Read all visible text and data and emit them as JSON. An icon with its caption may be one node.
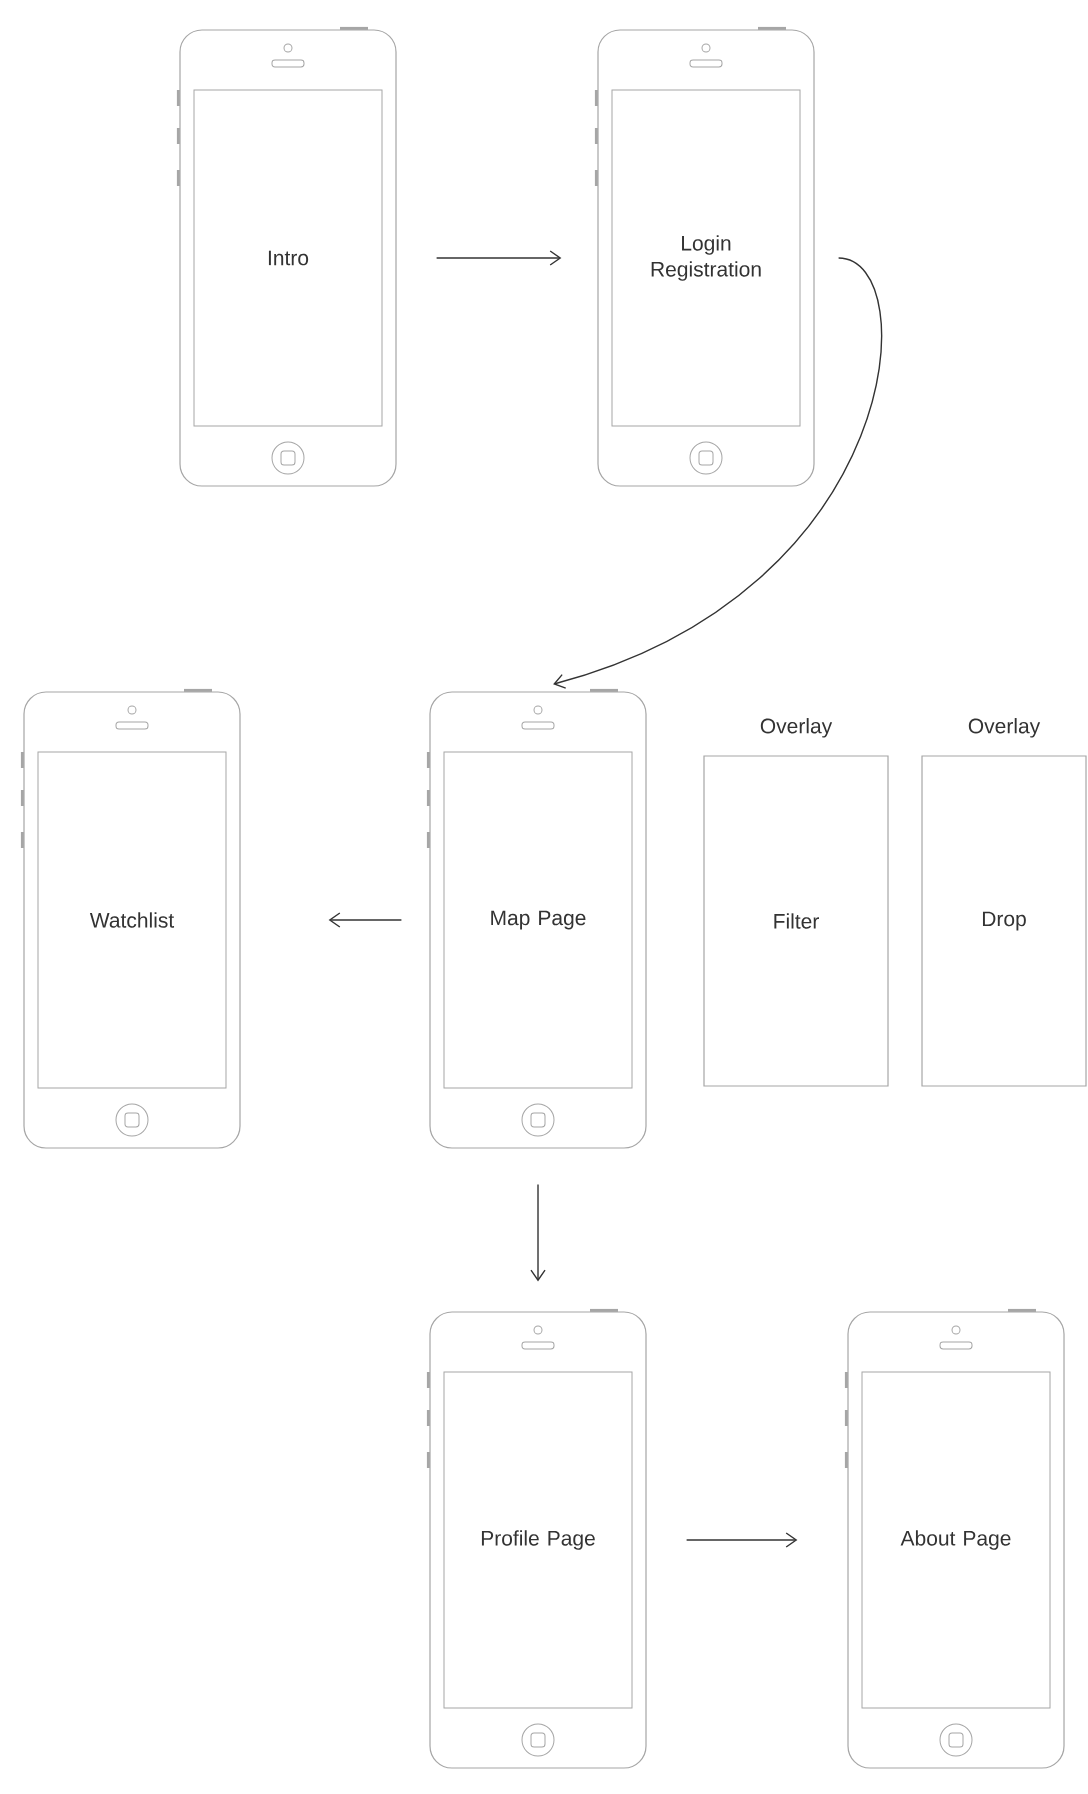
{
  "diagram": {
    "nodes": [
      {
        "text": [
          "Intro"
        ]
      },
      {
        "text": [
          "Login Registration"
        ]
      },
      {
        "text": [
          "Watchlist"
        ]
      },
      {
        "text": [
          "Map Page"
        ]
      },
      {
        "text": [
          "Overlay",
          "Filter"
        ]
      },
      {
        "text": [
          "Overlay",
          "Drop"
        ]
      },
      {
        "text": [
          "Profile Page"
        ]
      },
      {
        "text": [
          "About Page"
        ]
      }
    ],
    "edges": [
      {
        "from": 0,
        "to": 1,
        "arrow": "to"
      },
      {
        "from": 1,
        "to": 3,
        "arrow": "to"
      },
      {
        "from": 3,
        "to": 2,
        "arrow": "to"
      },
      {
        "from": 3,
        "to": 6,
        "arrow": "to"
      },
      {
        "from": 6,
        "to": 7,
        "arrow": "to"
      }
    ]
  }
}
